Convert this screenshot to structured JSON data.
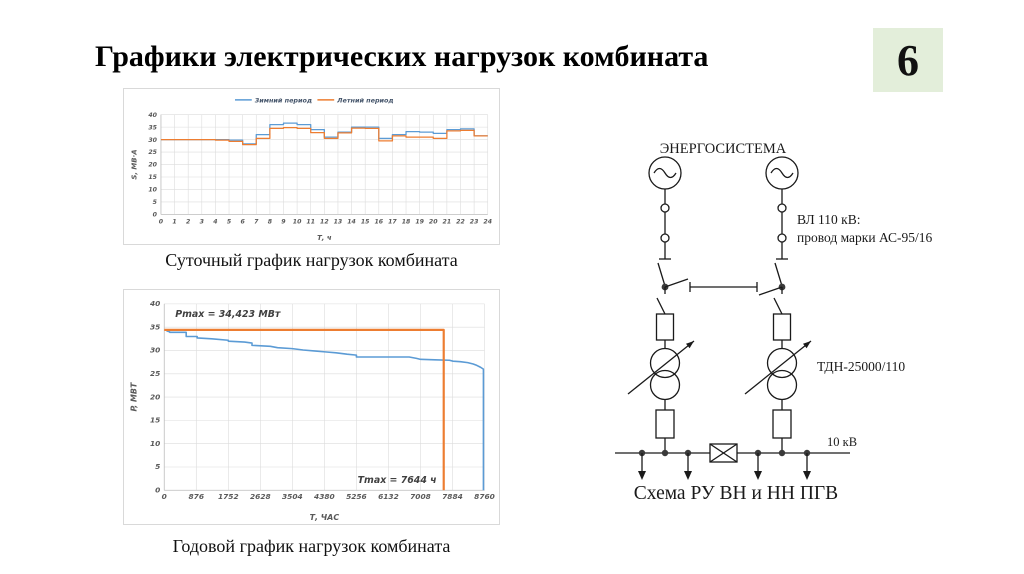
{
  "slide": {
    "title": "Графики электрических нагрузок комбината",
    "page_number": "6",
    "page_number_bg": "#e3eeda",
    "background": "#ffffff"
  },
  "captions": {
    "daily": "Суточный график нагрузок комбината",
    "annual": "Годовой график нагрузок комбината",
    "circuit": "Схема РУ ВН и НН ПГВ"
  },
  "circuit": {
    "labels": {
      "energy_system": "ЭНЕРГОСИСТЕМА",
      "line_title": "ВЛ 110 кВ:",
      "line_spec": "провод марки АС-95/16",
      "transformer": "ТДН-25000/110",
      "bus_voltage": "10 кВ"
    }
  },
  "chart_data": [
    {
      "type": "line",
      "subtype": "step",
      "title": "Суточный график нагрузок комбината",
      "xlabel": "Т, ч",
      "ylabel": "S, МВ·А",
      "xlim": [
        0,
        24
      ],
      "ylim": [
        0,
        40
      ],
      "xticks": [
        0,
        1,
        2,
        3,
        4,
        5,
        6,
        7,
        8,
        9,
        10,
        11,
        12,
        13,
        14,
        15,
        16,
        17,
        18,
        19,
        20,
        21,
        22,
        23,
        24
      ],
      "yticks": [
        0,
        5,
        10,
        15,
        20,
        25,
        30,
        35,
        40
      ],
      "grid": true,
      "legend_position": "top",
      "series": [
        {
          "name": "Зимний период",
          "color": "#5B9BD5",
          "step_values": [
            30,
            30,
            30,
            30,
            30,
            29.8,
            28.3,
            32,
            36,
            36.6,
            36,
            34,
            31,
            33,
            35,
            35,
            30.5,
            32,
            33.2,
            33,
            32.5,
            34,
            34.3,
            31.5
          ]
        },
        {
          "name": "Летний период",
          "color": "#ED7D31",
          "step_values": [
            30,
            30,
            30,
            30,
            29.8,
            29.3,
            28,
            30.5,
            34.5,
            34.8,
            34.5,
            32.8,
            30.5,
            32.7,
            34.6,
            34.5,
            29.5,
            31.5,
            31,
            31,
            30.5,
            33.5,
            33.7,
            31.5
          ]
        }
      ]
    },
    {
      "type": "line",
      "title": "Годовой график нагрузок комбината",
      "xlabel": "Т, ЧАС",
      "ylabel": "P, МВТ",
      "xlim": [
        0,
        8760
      ],
      "ylim": [
        0,
        40
      ],
      "xticks": [
        0,
        876,
        1752,
        2628,
        3504,
        4380,
        5256,
        6132,
        7008,
        7884,
        8760
      ],
      "yticks": [
        0,
        5,
        10,
        15,
        20,
        25,
        30,
        35,
        40
      ],
      "grid": true,
      "pmax_mw": 34.423,
      "tmax_h": 7644,
      "annotations": [
        {
          "text": "Pmax = 34,423 МВт",
          "x": 300,
          "y": 37.2,
          "anchor": "start"
        },
        {
          "text": "Tmax = 7644 ч",
          "x": 7450,
          "y": 1.6,
          "anchor": "end"
        }
      ],
      "series": [
        {
          "name": "load-duration-curve",
          "color": "#5B9BD5",
          "points": [
            [
              60,
              34.2
            ],
            [
              150,
              34.0
            ],
            [
              150,
              33.9
            ],
            [
              600,
              33.9
            ],
            [
              600,
              33.0
            ],
            [
              900,
              33.0
            ],
            [
              900,
              32.7
            ],
            [
              1300,
              32.5
            ],
            [
              1752,
              32.2
            ],
            [
              1752,
              32.0
            ],
            [
              2200,
              31.8
            ],
            [
              2400,
              31.6
            ],
            [
              2400,
              31.1
            ],
            [
              2900,
              30.9
            ],
            [
              3100,
              30.6
            ],
            [
              3500,
              30.4
            ],
            [
              3800,
              30.1
            ],
            [
              4100,
              29.9
            ],
            [
              4400,
              29.7
            ],
            [
              4700,
              29.5
            ],
            [
              5000,
              29.2
            ],
            [
              5256,
              29.0
            ],
            [
              5256,
              28.6
            ],
            [
              6700,
              28.6
            ],
            [
              6900,
              28.3
            ],
            [
              7008,
              28.1
            ],
            [
              7400,
              28.0
            ],
            [
              7800,
              27.9
            ],
            [
              7900,
              27.7
            ],
            [
              8100,
              27.6
            ],
            [
              8300,
              27.4
            ],
            [
              8450,
              27.1
            ],
            [
              8550,
              26.8
            ],
            [
              8650,
              26.4
            ],
            [
              8730,
              26.0
            ],
            [
              8730,
              0
            ]
          ]
        },
        {
          "name": "pmax-tmax-marker",
          "color": "#ED7D31",
          "points": [
            [
              0,
              34.423
            ],
            [
              7644,
              34.423
            ],
            [
              7644,
              0
            ]
          ]
        }
      ]
    }
  ]
}
